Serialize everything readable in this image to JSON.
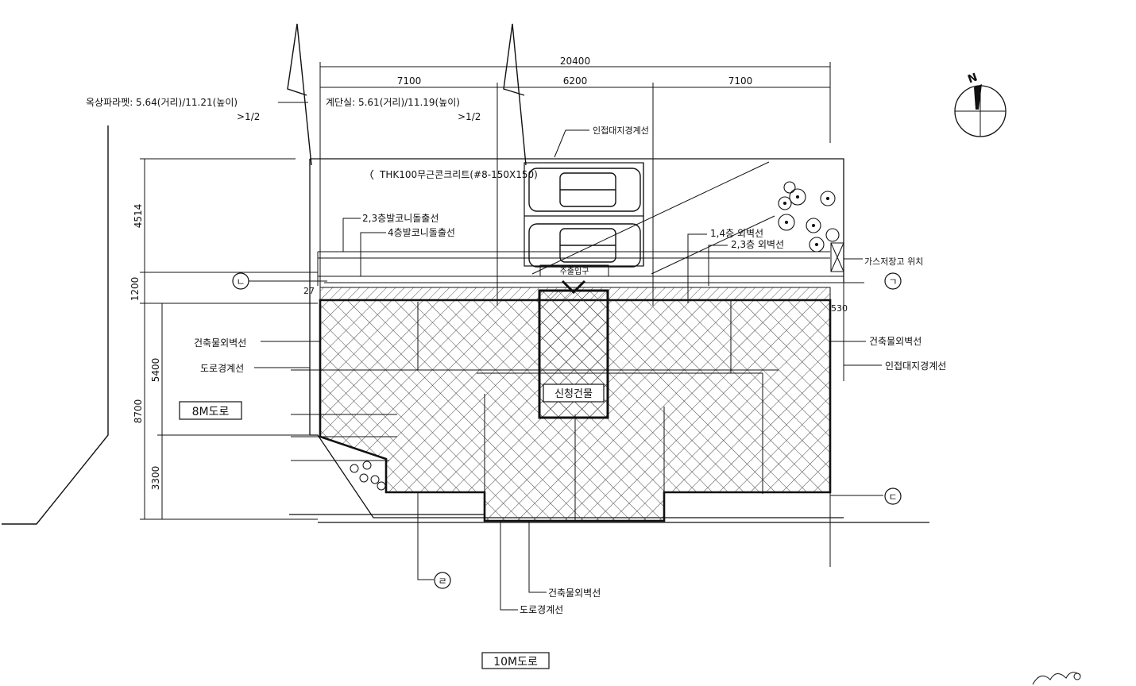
{
  "dimensions": {
    "total_width": "20400",
    "span_left": "7100",
    "span_mid": "6200",
    "span_right": "7100",
    "depth_top": "4514",
    "depth_balcony": "1200",
    "depth_upper": "5400",
    "depth_lower": "3300",
    "depth_total": "8700",
    "offset_small_left": "27",
    "offset_small_right": "530"
  },
  "notes": {
    "rooftop_parapet": "옥상파라펫: 5.64(거리)/11.21(높이)",
    "rooftop_parapet_ratio": ">1/2",
    "stair_room": "계단실: 5.61(거리)/11.19(높이)",
    "stair_room_ratio": ">1/2",
    "adjacent_boundary_top": "인접대지경계선",
    "slab_spec": "THK100무근콘크리트(#8-150X150)",
    "balcony_23": "2,3층발코니돌출선",
    "balcony_4": "4층발코니돌출선",
    "outer_wall_14": "1,4층 외벽선",
    "outer_wall_23": "2,3층 외벽선",
    "gas_storage": "가스저장고 위치",
    "main_entrance": "주출입구",
    "building_outer_wall_left": "건축물외벽선",
    "road_boundary_left": "도로경계선",
    "building_outer_wall_right": "건축물외벽선",
    "adjacent_boundary_right": "인접대지경계선",
    "building_outer_wall_bottom": "건축물외벽선",
    "road_boundary_bottom": "도로경계선",
    "applied_building": "신청건물"
  },
  "roads": {
    "left": "8M도로",
    "bottom": "10M도로"
  },
  "markers": {
    "left": "ㄴ",
    "right": "ㄱ",
    "bottom_right": "ㄷ",
    "bottom": "ㄹ"
  },
  "compass": {
    "label": "N"
  }
}
